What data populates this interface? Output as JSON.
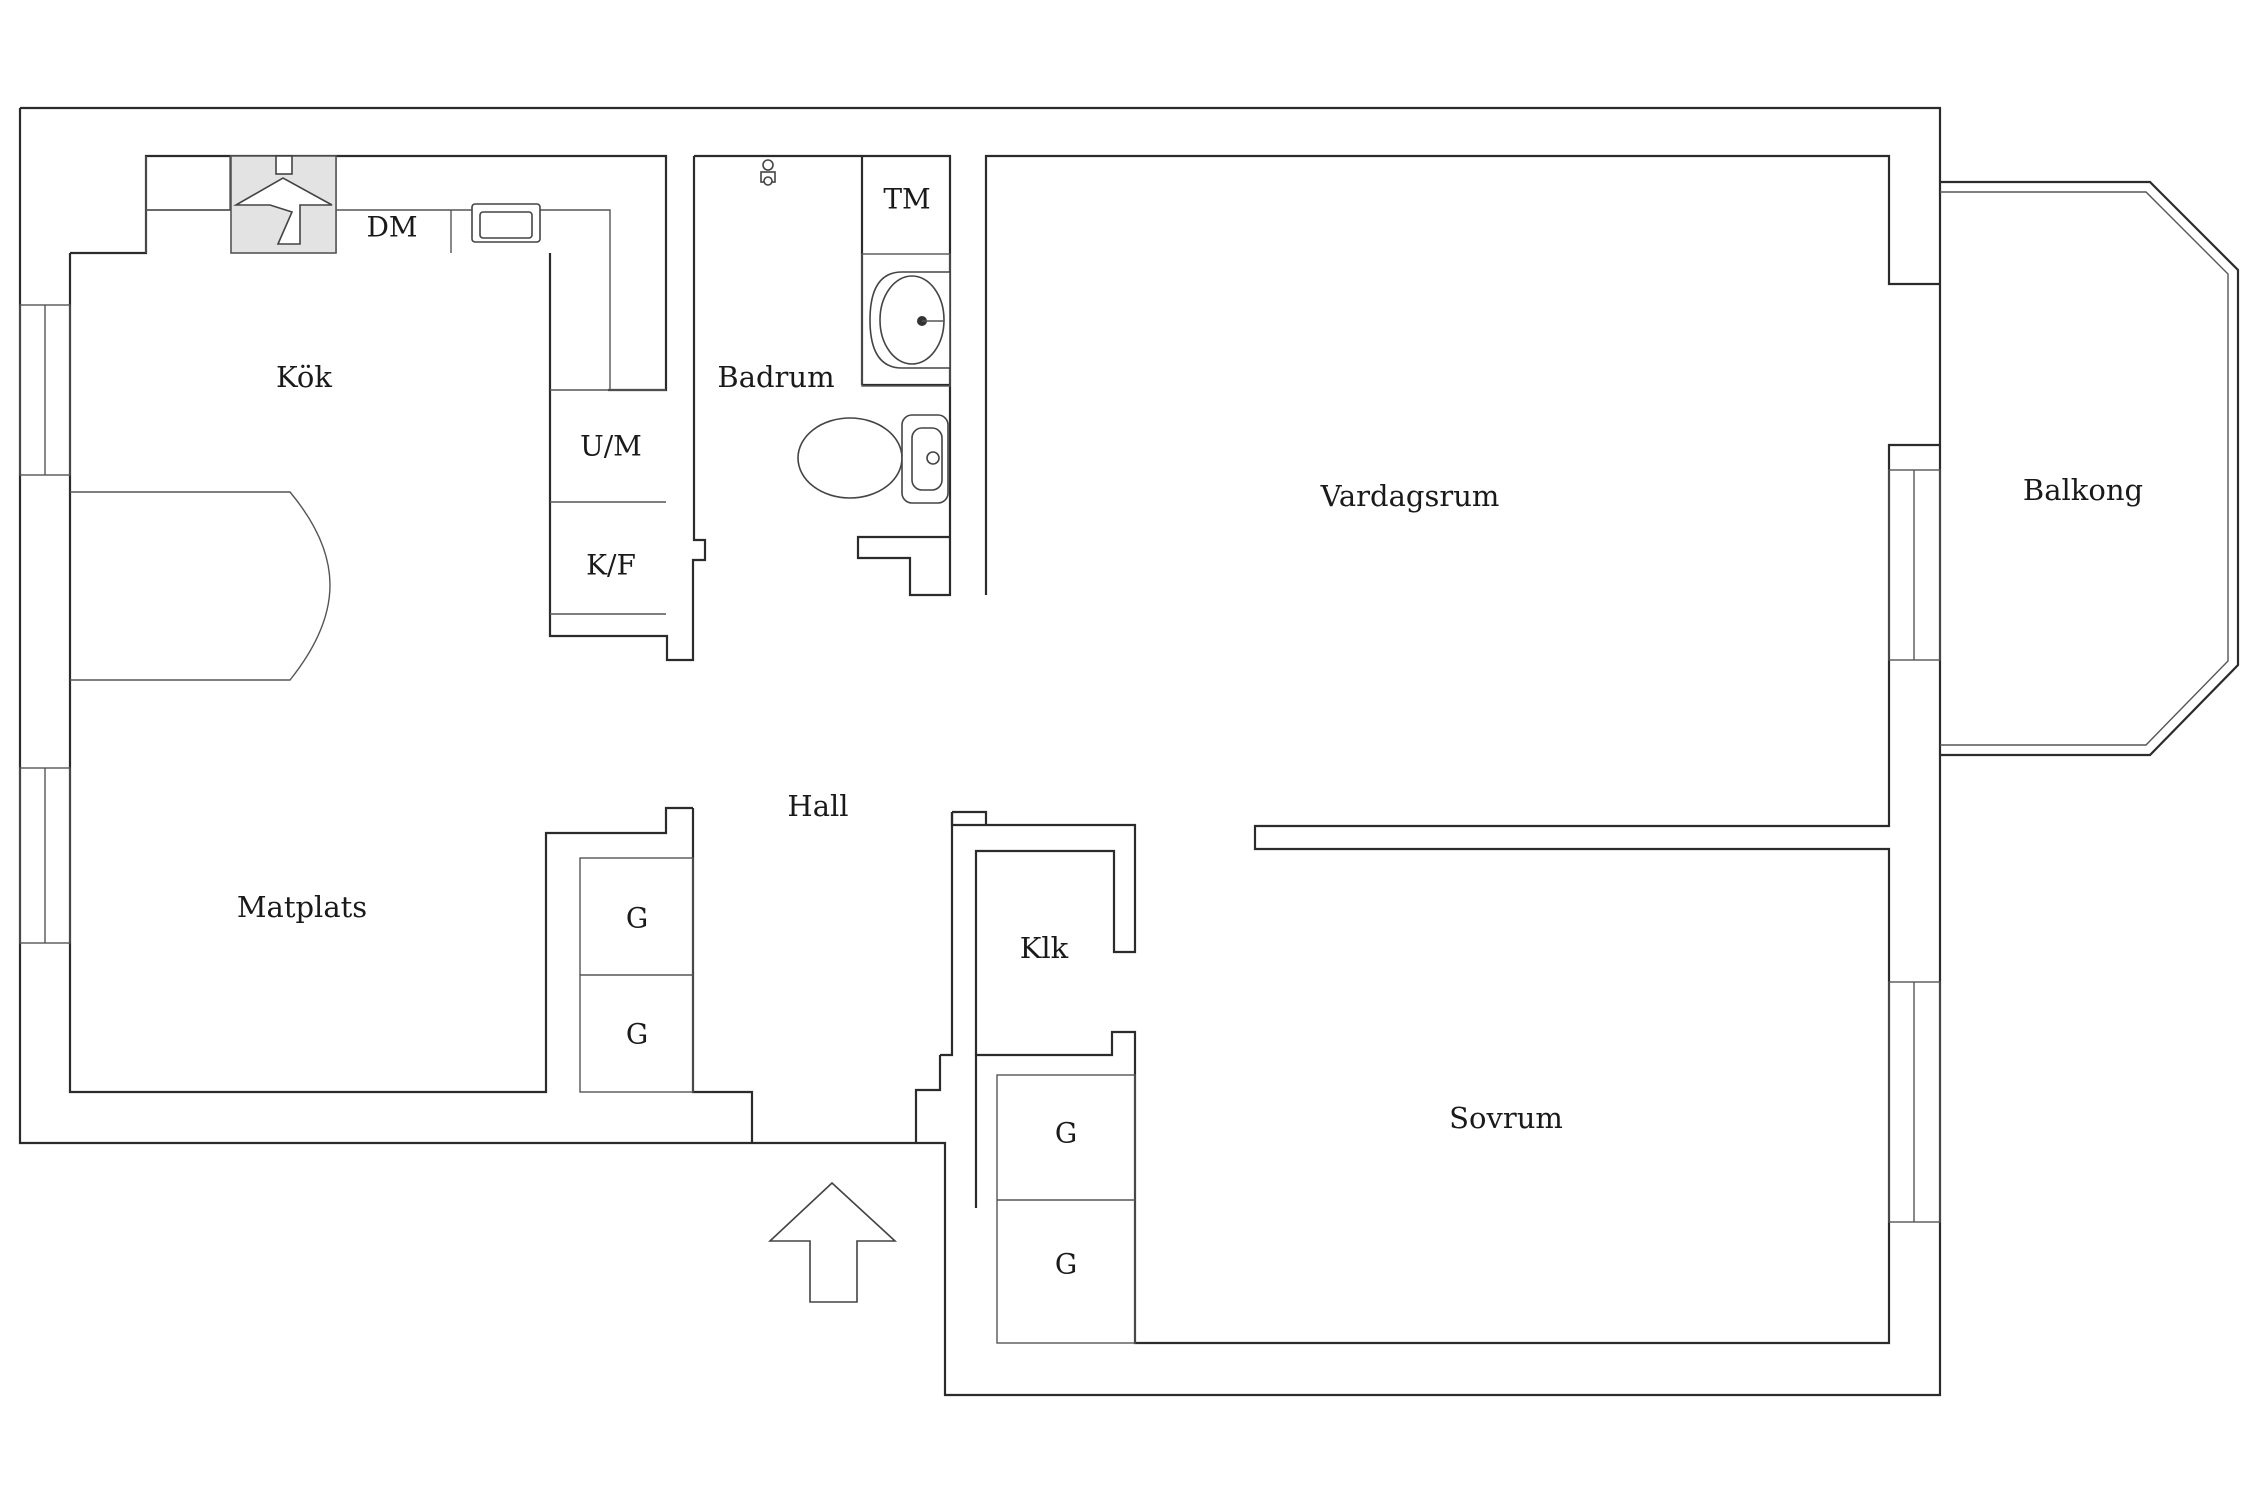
{
  "rooms": {
    "kok": "Kök",
    "badrum": "Badrum",
    "vardagsrum": "Vardagsrum",
    "balkong": "Balkong",
    "hall": "Hall",
    "matplats": "Matplats",
    "klk": "Klk",
    "sovrum": "Sovrum"
  },
  "fixtures": {
    "dm": "DM",
    "tm": "TM",
    "um": "U/M",
    "kf": "K/F",
    "g": "G"
  },
  "colors": {
    "wall": "#2b2b2b",
    "background": "#ffffff",
    "hood": "#e3e3e3"
  },
  "icons": {
    "entrance": "entrance-arrow-icon",
    "toilet": "toilet-icon",
    "sink": "washbasin-icon",
    "stove": "stove-hood-icon",
    "kitchen_sink": "kitchen-sink-icon"
  }
}
